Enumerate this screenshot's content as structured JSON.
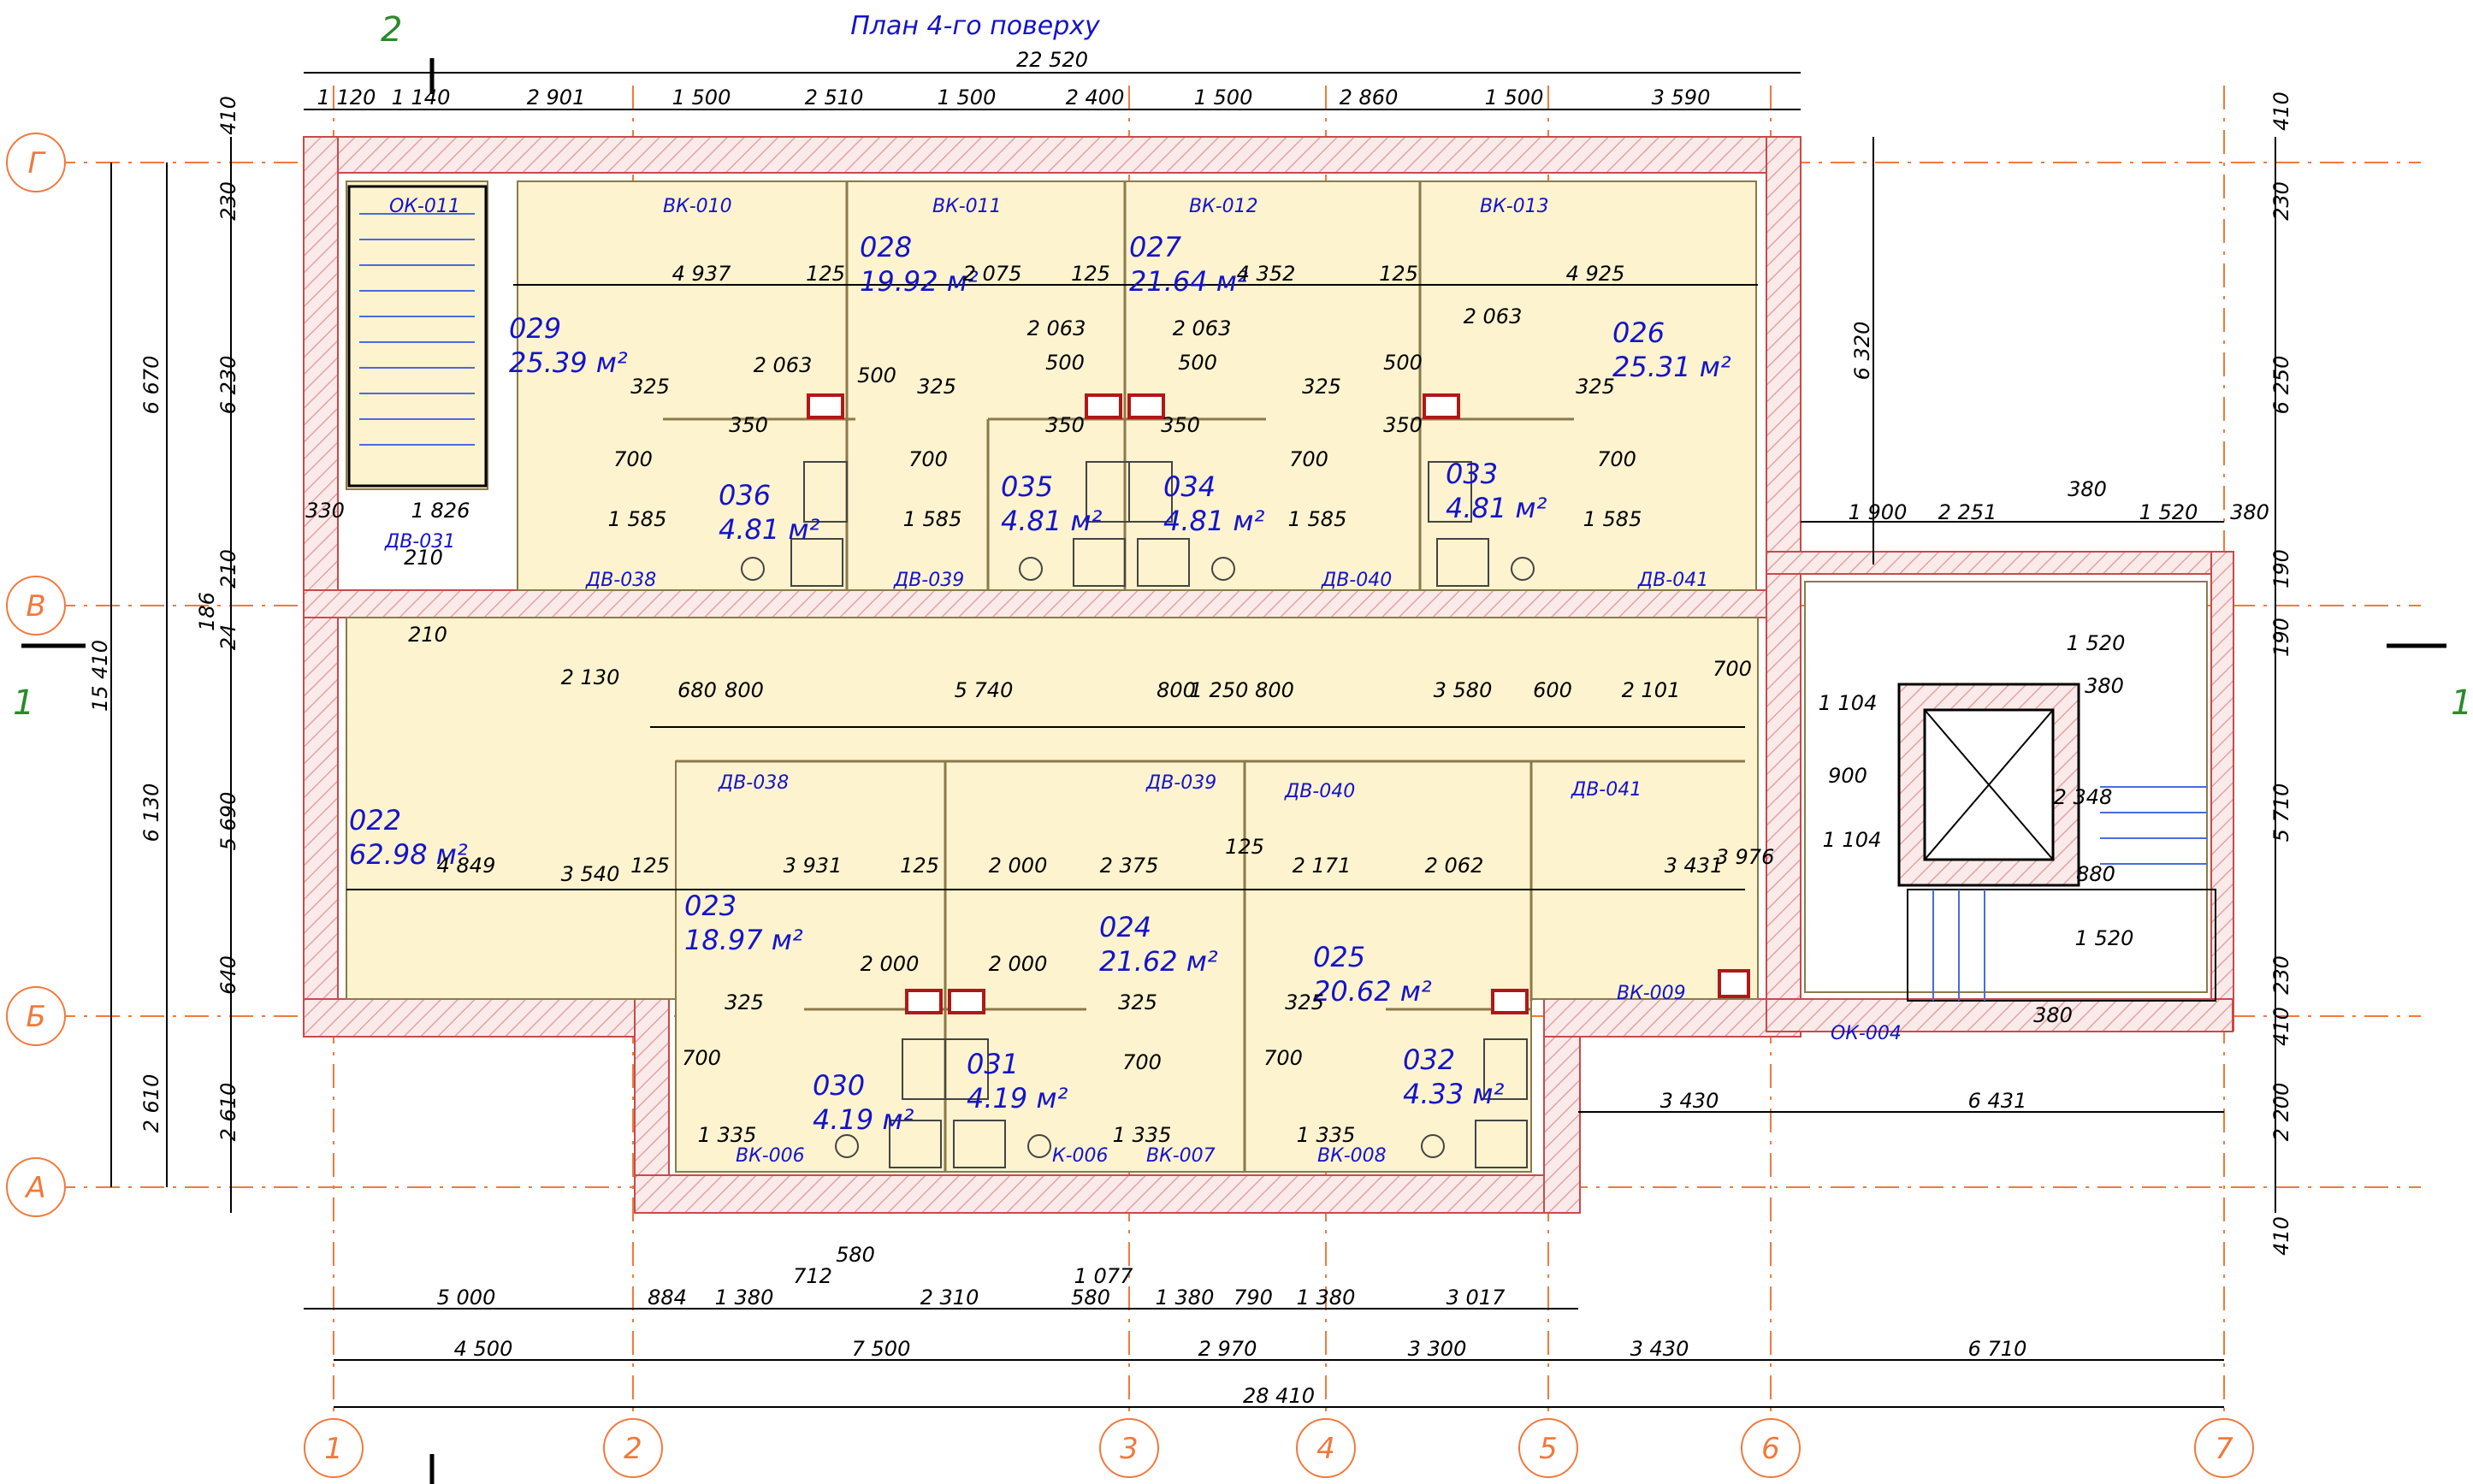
{
  "title": "План 4-го поверху",
  "section_marks": {
    "top": "2",
    "left": "1",
    "right": "1"
  },
  "axes": {
    "columns": [
      "1",
      "2",
      "3",
      "4",
      "5",
      "6",
      "7"
    ],
    "rows": [
      "Г",
      "В",
      "Б",
      "А"
    ]
  },
  "rooms": [
    {
      "code": "029",
      "area": "25.39 м²"
    },
    {
      "code": "028",
      "area": "19.92 м²"
    },
    {
      "code": "027",
      "area": "21.64 м²"
    },
    {
      "code": "026",
      "area": "25.31 м²"
    },
    {
      "code": "036",
      "area": "4.81 м²"
    },
    {
      "code": "035",
      "area": "4.81 м²"
    },
    {
      "code": "034",
      "area": "4.81 м²"
    },
    {
      "code": "033",
      "area": "4.81 м²"
    },
    {
      "code": "022",
      "area": "62.98 м²"
    },
    {
      "code": "023",
      "area": "18.97 м²"
    },
    {
      "code": "024",
      "area": "21.62 м²"
    },
    {
      "code": "025",
      "area": "20.62 м²"
    },
    {
      "code": "030",
      "area": "4.19 м²"
    },
    {
      "code": "031",
      "area": "4.19 м²"
    },
    {
      "code": "032",
      "area": "4.33 м²"
    }
  ],
  "tags": [
    "ОК-011",
    "ВК-010",
    "ВК-011",
    "ВК-012",
    "ВК-013",
    "ДВ-031",
    "ДВ-038",
    "ДВ-039",
    "ДВ-040",
    "ДВ-041",
    "ДВ-038",
    "ДВ-039",
    "ДВ-040",
    "ДВ-041",
    "ВК-009",
    "ОК-004",
    "ВК-006",
    "К-006",
    "ВК-007",
    "ВК-008"
  ],
  "dims_top_total": "22 520",
  "dims_top": [
    "1 120",
    "1 140",
    "2 901",
    "1 500",
    "2 510",
    "1 500",
    "2 400",
    "1 500",
    "2 860",
    "1 500",
    "3 590"
  ],
  "dims_bottom1": [
    "5 000",
    "884",
    "1 380",
    "712",
    "580",
    "2 310",
    "1 077",
    "580",
    "1 380",
    "790",
    "1 380",
    "3 017"
  ],
  "dims_bottom2": [
    "4 500",
    "7 500",
    "2 970",
    "3 300",
    "3 430",
    "6 710"
  ],
  "dims_bottom_total": "28 410",
  "dims_left": [
    "410",
    "230",
    "6 230",
    "210",
    "186",
    "24",
    "5 690",
    "640",
    "2 610"
  ],
  "dims_left_outer": [
    "6 670",
    "6 130",
    "2 610"
  ],
  "dims_left_total": "15 410",
  "dims_right": [
    "410",
    "230",
    "6 250",
    "190",
    "190",
    "5 710",
    "230",
    "410",
    "2 200",
    "410"
  ],
  "dims_right_inner": [
    "6 320"
  ],
  "dims_inner": [
    "4 937",
    "125",
    "2 075",
    "125",
    "4 352",
    "125",
    "4 925",
    "2 063",
    "2 063",
    "2 063",
    "2 063",
    "500",
    "500",
    "500",
    "500",
    "325",
    "325",
    "325",
    "325",
    "350",
    "350",
    "350",
    "350",
    "700",
    "700",
    "700",
    "700",
    "1 585",
    "1 585",
    "1 585",
    "1 585",
    "330",
    "1 826",
    "210",
    "210",
    "2 130",
    "680",
    "800",
    "5 740",
    "800",
    "1 250",
    "800",
    "3 580",
    "600",
    "2 101",
    "700",
    "4 849",
    "125",
    "3 931",
    "125",
    "2 000",
    "2 375",
    "2 171",
    "2 062",
    "3 431",
    "125",
    "3 540",
    "3 976",
    "2 000",
    "2 000",
    "325",
    "325",
    "325",
    "700",
    "700",
    "700",
    "1 335",
    "1 335",
    "1 335",
    "1 900",
    "2 251",
    "380",
    "1 520",
    "380",
    "1 520",
    "380",
    "1 104",
    "900",
    "1 104",
    "880",
    "2 348",
    "1 520",
    "380",
    "3 430",
    "6 431"
  ]
}
